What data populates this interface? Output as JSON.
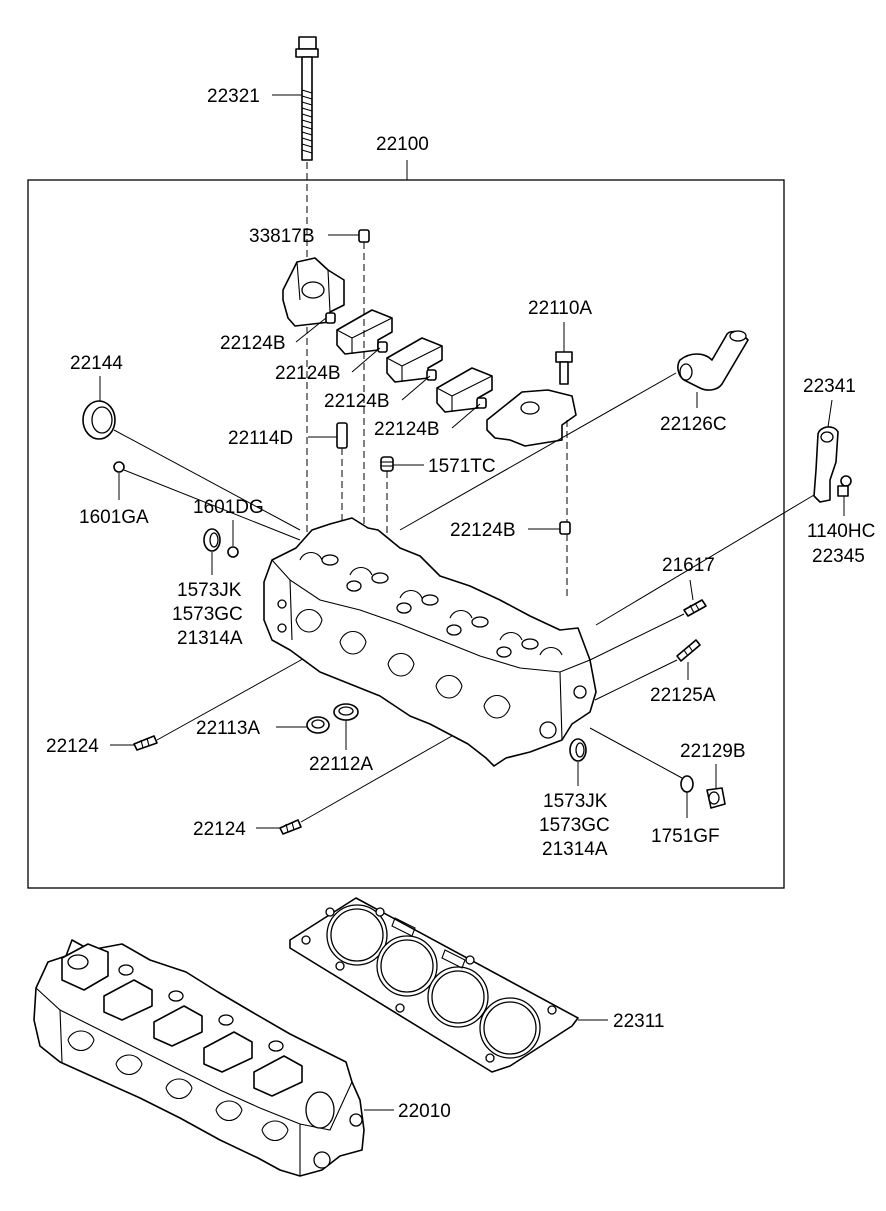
{
  "labels": {
    "p22321": "22321",
    "p22100": "22100",
    "p33817B": "33817B",
    "p22110A": "22110A",
    "p22124B_1": "22124B",
    "p22124B_2": "22124B",
    "p22124B_3": "22124B",
    "p22124B_4": "22124B",
    "p22124B_5": "22124B",
    "p22144": "22144",
    "p22126C": "22126C",
    "p22341": "22341",
    "p22114D": "22114D",
    "p1571TC": "1571TC",
    "p1601GA": "1601GA",
    "p1601DG": "1601DG",
    "p1140HC": "1140HC",
    "p22345": "22345",
    "p1573JK_1": "1573JK",
    "p1573GC_1": "1573GC",
    "p21314A_1": "21314A",
    "p21617": "21617",
    "p22125A": "22125A",
    "p22124_1": "22124",
    "p22113A": "22113A",
    "p22112A": "22112A",
    "p22129B": "22129B",
    "p1573JK_2": "1573JK",
    "p1573GC_2": "1573GC",
    "p21314A_2": "21314A",
    "p1751GF": "1751GF",
    "p22124_2": "22124",
    "p22311": "22311",
    "p22010": "22010"
  }
}
